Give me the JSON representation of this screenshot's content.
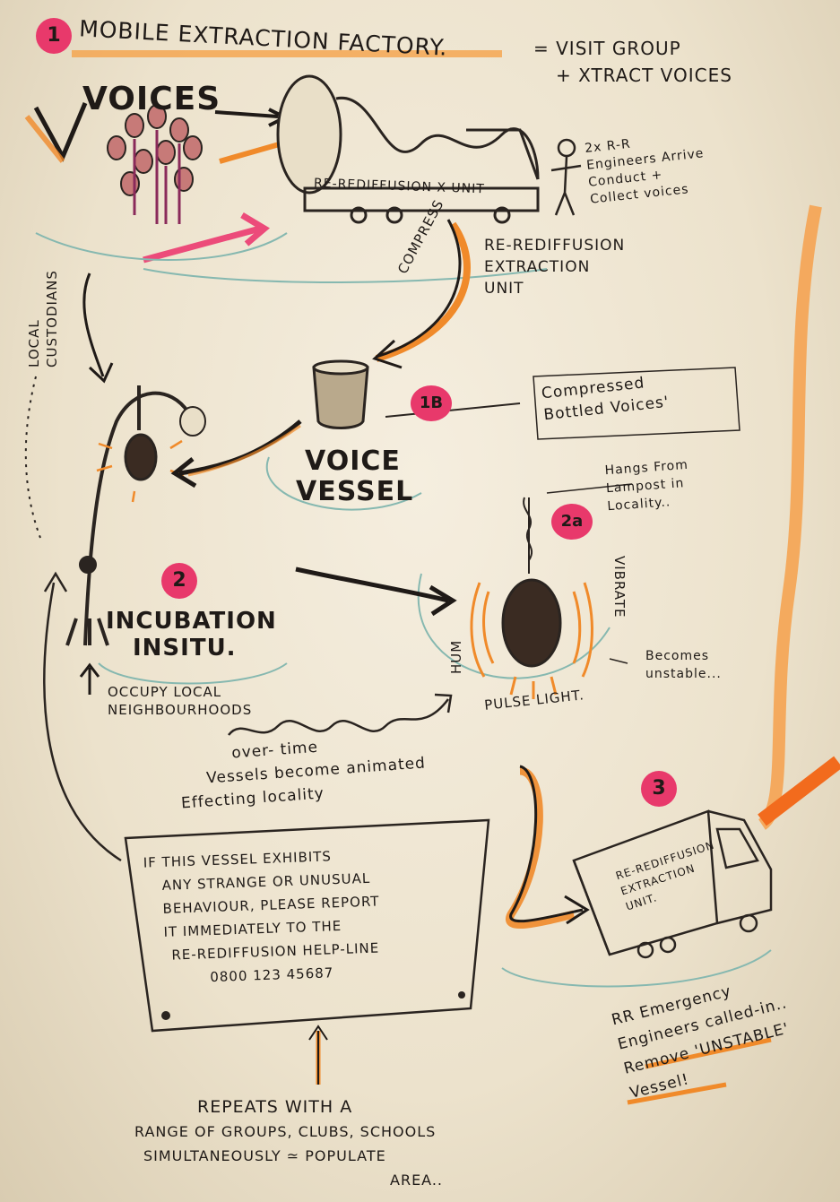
{
  "colors": {
    "ink": "#1f1a17",
    "orange_highlight": "#f08a2a",
    "pink_marker": "#e8396b",
    "teal_pencil": "#7fb3a8",
    "paper": "#efe6d3"
  },
  "step1": {
    "number": "1",
    "title": "MOBILE EXTRACTION FACTORY.",
    "equals_note": "= VISIT GROUP",
    "equals_note_2": "+ XTRACT VOICES"
  },
  "voices_label": "VOICES",
  "truck1_label": "RE-REDIFFUSION X UNIT",
  "engineers_note": [
    "2x R-R",
    "Engineers Arrive",
    "Conduct +",
    "Collect voices"
  ],
  "extraction_unit_label": [
    "RE-REDIFFUSION",
    "EXTRACTION",
    "UNIT"
  ],
  "compress_label": "COMPRESS",
  "local_custodians_label": [
    "LOCAL",
    "CUSTODIANS"
  ],
  "step1b": {
    "number": "1B",
    "note": [
      "Compressed",
      "Bottled Voices'"
    ]
  },
  "voice_vessel_label": [
    "VOICE",
    "VESSEL"
  ],
  "step2": {
    "number": "2",
    "title": [
      "INCUBATION",
      "INSITU."
    ]
  },
  "occupy_note": [
    "OCCUPY LOCAL",
    "NEIGHBOURHOODS"
  ],
  "step2a": {
    "number": "2a",
    "hangs_note": [
      "Hangs From",
      "Lampost in",
      "Locality.."
    ],
    "vibrate": "VIBRATE",
    "hum": "HUM",
    "pulse_light": "PULSE LIGHT.",
    "unstable_note": [
      "Becomes",
      "unstable..."
    ]
  },
  "over_time_note": [
    "over- time",
    "Vessels become animated",
    "Effecting locality"
  ],
  "sign_text": [
    "IF THIS VESSEL EXHIBITS",
    "ANY STRANGE OR UNUSUAL",
    "BEHAVIOUR, PLEASE REPORT",
    "IT IMMEDIATELY TO THE",
    "RE-REDIFFUSION HELP-LINE",
    "0800 123 45687"
  ],
  "repeats_note": [
    "REPEATS WITH A",
    "RANGE OF GROUPS, CLUBS, SCHOOLS",
    "SIMULTANEOUSLY ≃ POPULATE",
    "AREA.."
  ],
  "step3": {
    "number": "3",
    "truck_label": [
      "RE-REDIFFUSION",
      "EXTRACTION",
      "UNIT."
    ],
    "note": [
      "RR Emergency",
      "Engineers called-in..",
      "Remove 'UNSTABLE'",
      "Vessel!"
    ]
  }
}
